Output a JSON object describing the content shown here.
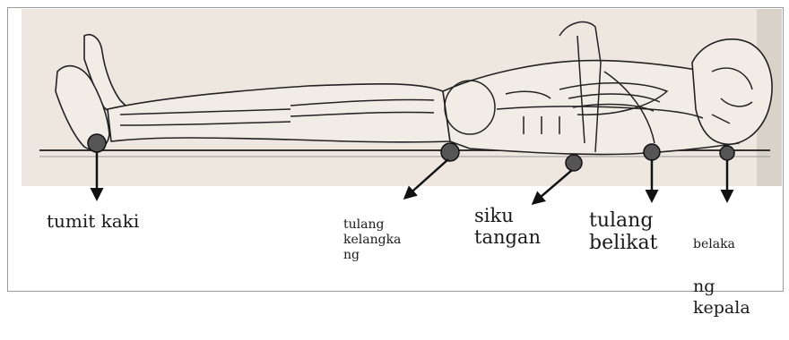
{
  "labels": {
    "tumit_kaki": "tumit kaki",
    "tulang_kelangkang": "tulang\nkelangka\nng",
    "siku_tangan": "siku\ntangan",
    "tulang_belikat": "tulang\nbelikat",
    "belakang_kepala_line1": "belaka",
    "belakang_kepala_rest": "ng\nkepala"
  },
  "colors": {
    "background_panel": "#ede7df",
    "outline": "#222222",
    "marker_fill": "#555555",
    "arrow": "#111111"
  }
}
